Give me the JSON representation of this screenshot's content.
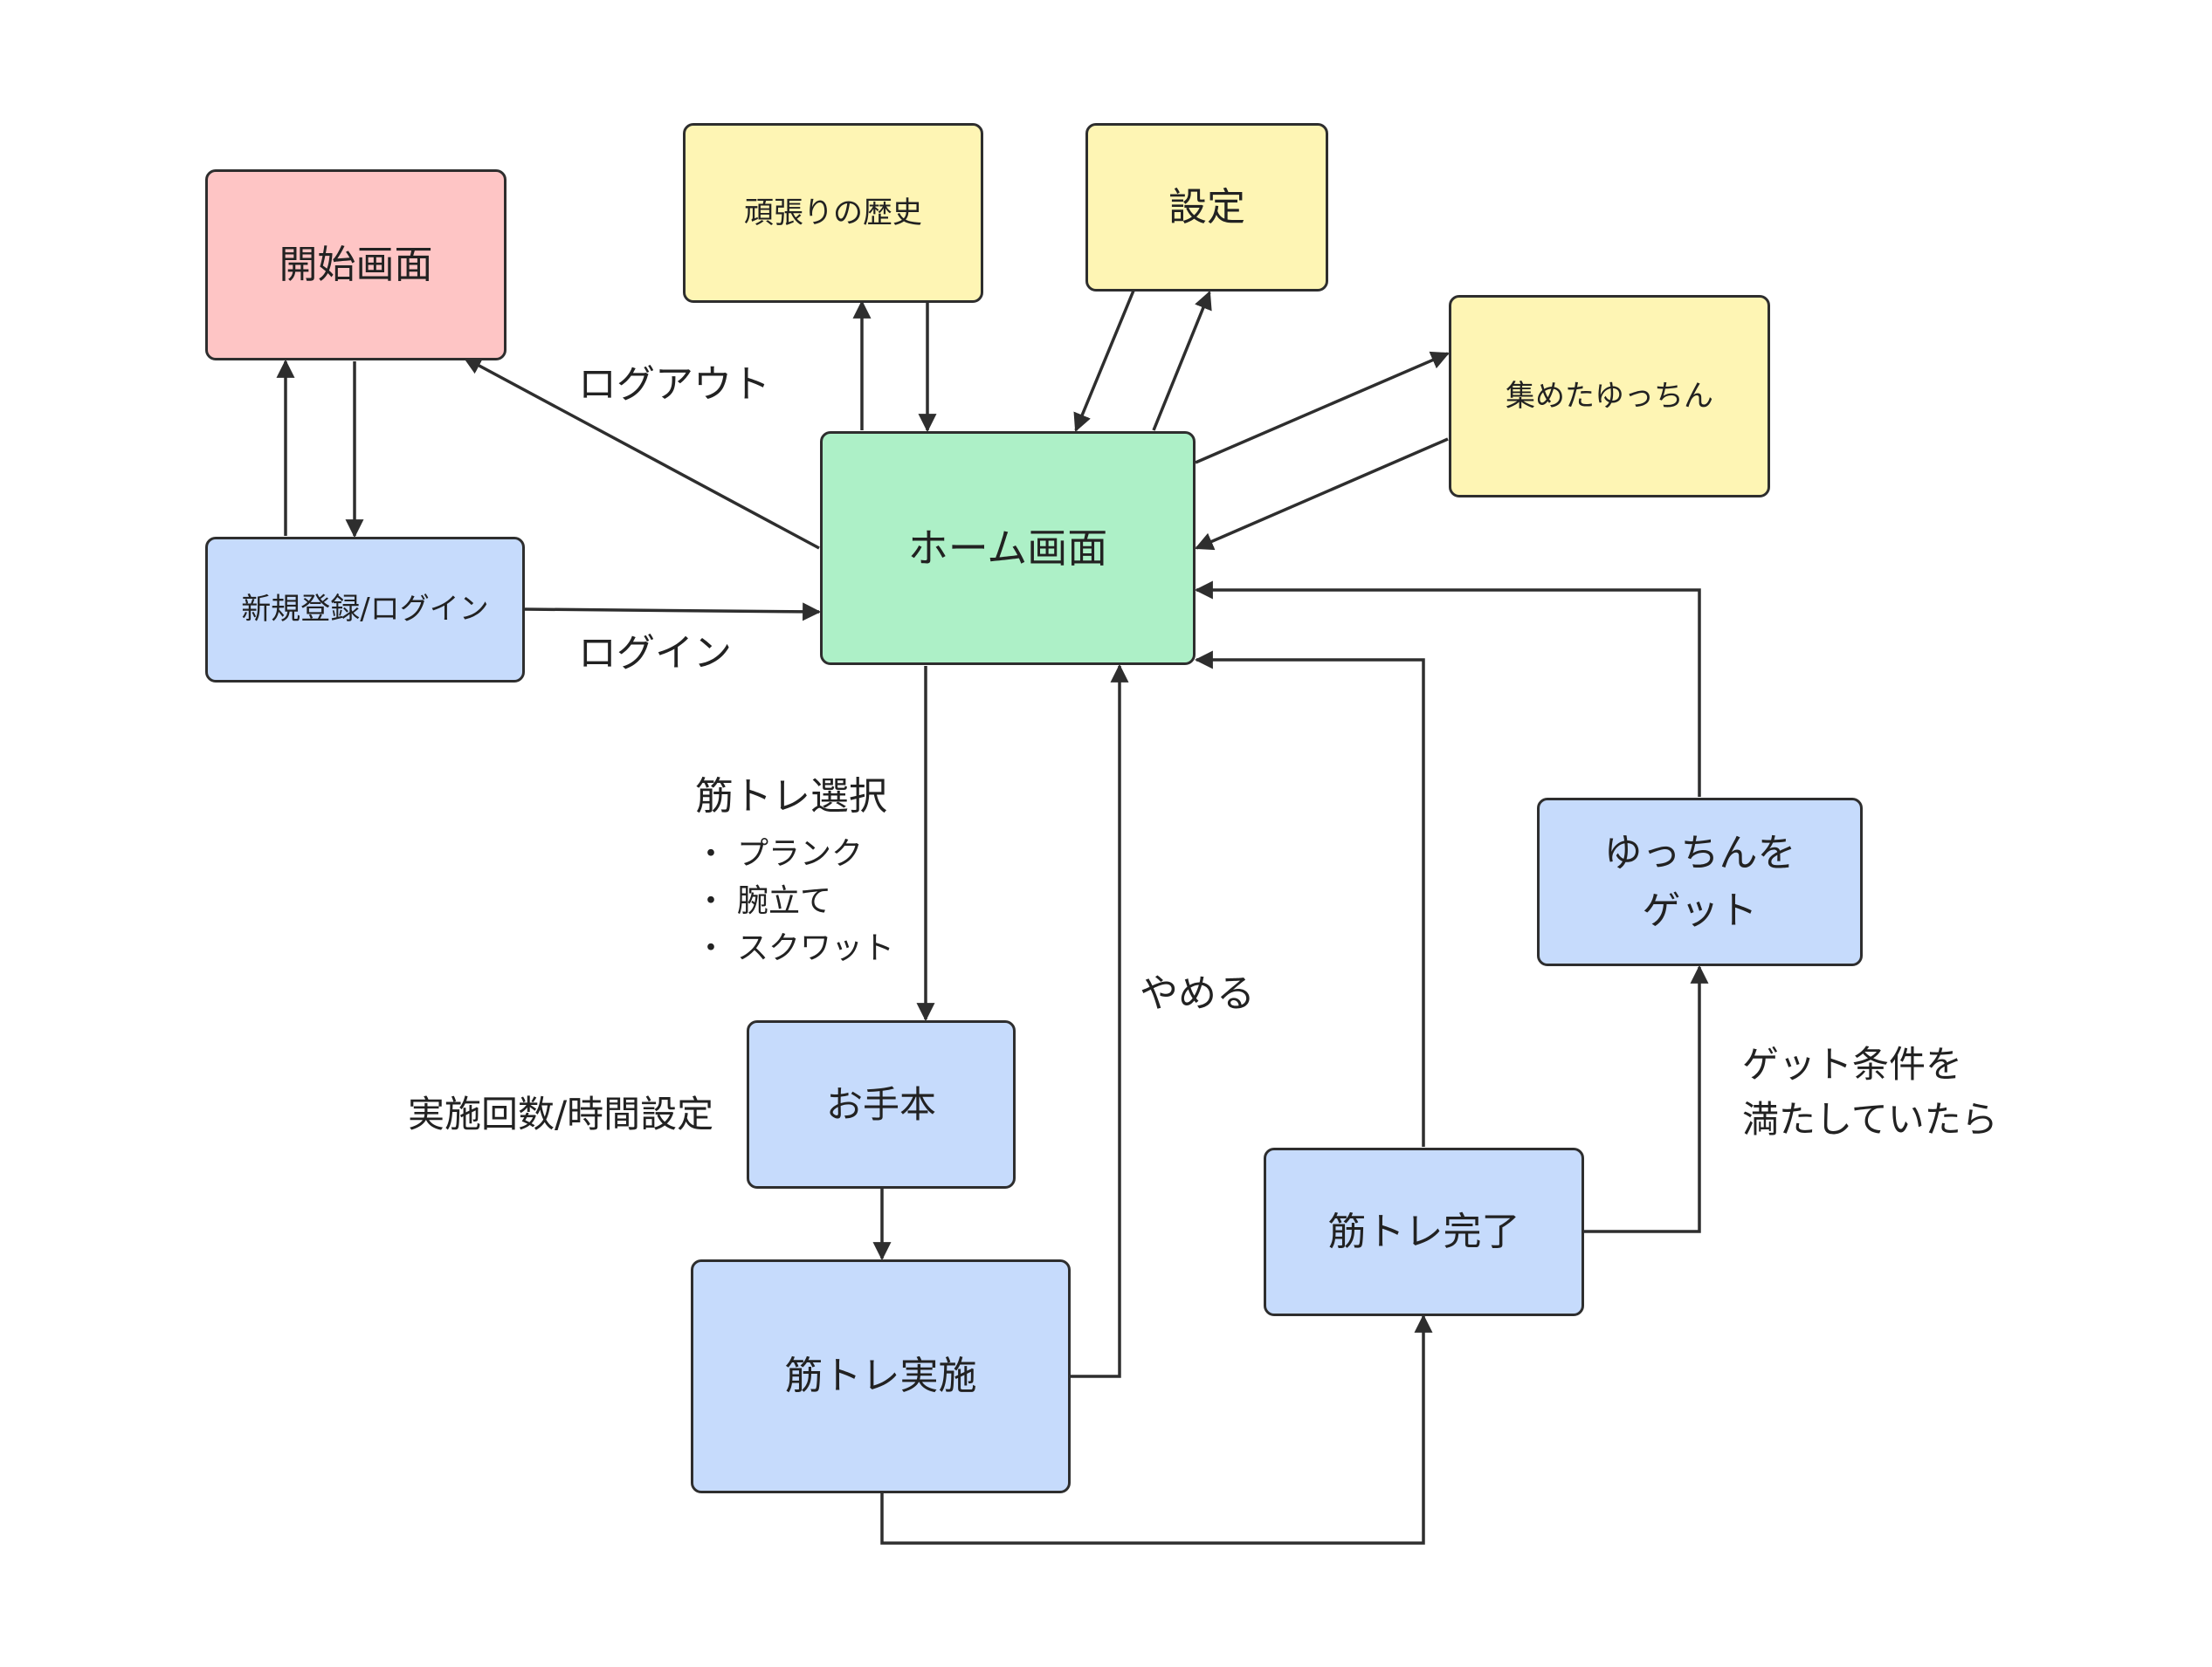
{
  "colors": {
    "start": "#FEC5C5",
    "home": "#ADF0C7",
    "yellow": "#FEF5B4",
    "blue": "#C6DBFC",
    "stroke": "#2E2E2E"
  },
  "nodes": {
    "start": "開始画面",
    "history": "頑張りの歴史",
    "settings": "設定",
    "collection": "集めたゆっちん",
    "register": "新規登録/ログイン",
    "home": "ホーム画面",
    "example": "お手本",
    "workout": "筋トレ実施",
    "complete": "筋トレ完了",
    "get_line1": "ゆっちんを",
    "get_line2": "ゲット"
  },
  "edge_labels": {
    "logout": "ログアウト",
    "login": "ログイン",
    "select_title": "筋トレ選択",
    "select_items": [
      "プランク",
      "腕立て",
      "スクワット"
    ],
    "set_count": "実施回数/時間設定",
    "quit": "やめる",
    "get_condition_line1": "ゲット条件を",
    "get_condition_line2": "満たしていたら"
  }
}
